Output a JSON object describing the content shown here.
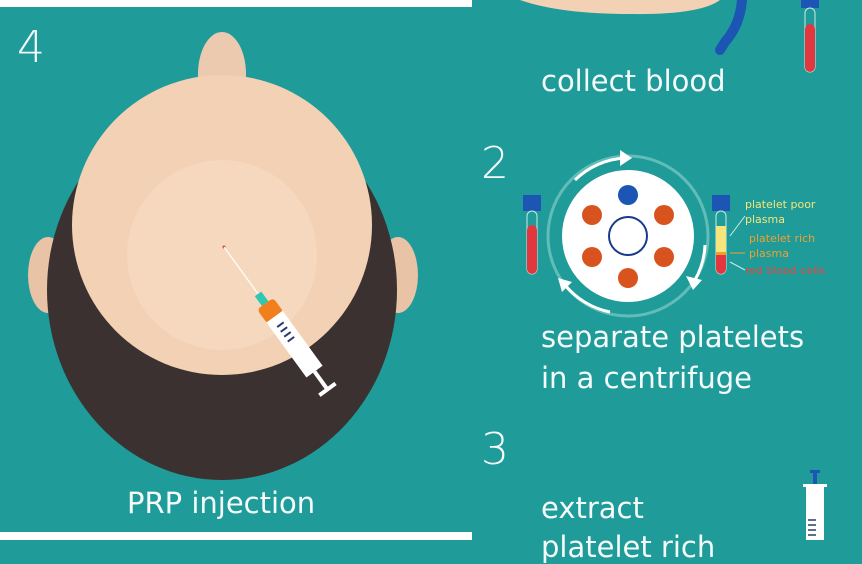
{
  "colors": {
    "background": "#1f9b99",
    "skin": "#f3d1b5",
    "hair": "#3a3130",
    "tube_cap": "#1d55b5",
    "blood": "#e0383e",
    "platelet_poor": "#f5e57a",
    "platelet_rich": "#f0a030",
    "rbc_label": "#e2483e",
    "rotor_dots": "#d9531e"
  },
  "step1": {
    "caption": "collect blood"
  },
  "step2": {
    "number": "2",
    "caption_line1": "separate platelets",
    "caption_line2": "in a centrifuge",
    "labels": {
      "platelet_poor_plasma_1": "platelet poor",
      "platelet_poor_plasma_2": "plasma",
      "platelet_rich_plasma_1": "platelet rich",
      "platelet_rich_plasma_2": "plasma",
      "red_blood_cells": "red blood cells"
    }
  },
  "step3": {
    "number": "3",
    "caption_line1": "extract",
    "caption_line2": "platelet rich"
  },
  "step4": {
    "number": "4",
    "caption": "PRP injection"
  }
}
